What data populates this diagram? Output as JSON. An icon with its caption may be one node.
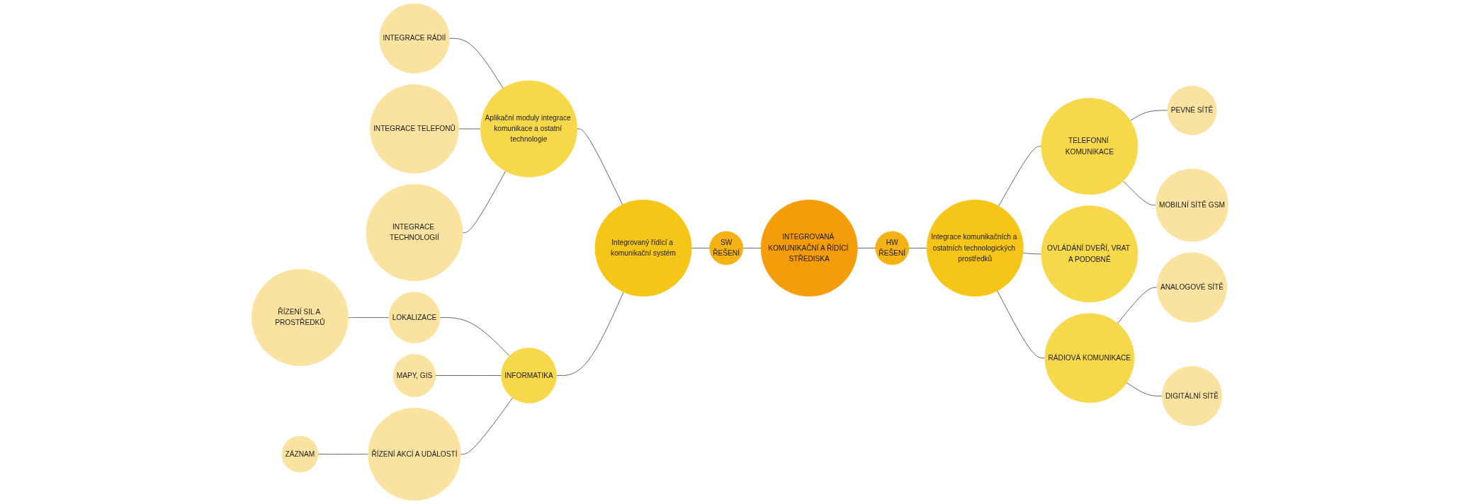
{
  "diagram": {
    "nodes": [
      {
        "text": [
          "INTEGROVANÁ KOMUNIKAČNÍ A ŘÍDÍCÍ STŘEDISKA"
        ]
      },
      {
        "text": [
          "SW",
          "ŘEŠENÍ"
        ]
      },
      {
        "text": [
          "HW",
          "ŘEŠENÍ"
        ]
      },
      {
        "text": [
          "Integrovaný řídící a komunikační systém"
        ]
      },
      {
        "text": [
          "Aplikační moduly integrace komunikace a ostatní technologie"
        ]
      },
      {
        "text": [
          "INTEGRACE RÁDIÍ"
        ]
      },
      {
        "text": [
          "INTEGRACE TELEFONŮ"
        ]
      },
      {
        "text": [
          "INTEGRACE TECHNOLOGIÍ"
        ]
      },
      {
        "text": [
          "INFORMATIKA"
        ]
      },
      {
        "text": [
          "LOKALIZACE"
        ]
      },
      {
        "text": [
          "ŘÍZENÍ SIL A PROSTŘEDKŮ"
        ]
      },
      {
        "text": [
          "MAPY, GIS"
        ]
      },
      {
        "text": [
          "ŘÍZENÍ AKCÍ A UDÁLOSTÍ"
        ]
      },
      {
        "text": [
          "ZÁZNAM"
        ]
      },
      {
        "text": [
          "Integrace komunikačních a ostatních technologických prostředků"
        ]
      },
      {
        "text": [
          "TELEFONNÍ KOMUNIKACE"
        ]
      },
      {
        "text": [
          "PEVNÉ SÍTĚ"
        ]
      },
      {
        "text": [
          "MOBILNÍ SÍTĚ GSM"
        ]
      },
      {
        "text": [
          "OVLÁDÁNÍ DVEŘÍ, VRAT A PODOBNĚ"
        ]
      },
      {
        "text": [
          "RÁDIOVÁ KOMUNIKACE"
        ]
      },
      {
        "text": [
          "ANALOGOVÉ SÍTĚ"
        ]
      },
      {
        "text": [
          "DIGITÁLNÍ SÍTĚ"
        ]
      }
    ],
    "edges": [
      {
        "from": 1,
        "to": 0,
        "arrow": "none"
      },
      {
        "from": 0,
        "to": 2,
        "arrow": "none"
      },
      {
        "from": 3,
        "to": 1,
        "arrow": "none"
      },
      {
        "from": 4,
        "to": 3,
        "arrow": "none"
      },
      {
        "from": 5,
        "to": 4,
        "arrow": "none"
      },
      {
        "from": 6,
        "to": 4,
        "arrow": "none"
      },
      {
        "from": 7,
        "to": 4,
        "arrow": "none"
      },
      {
        "from": 8,
        "to": 3,
        "arrow": "none"
      },
      {
        "from": 9,
        "to": 8,
        "arrow": "none"
      },
      {
        "from": 10,
        "to": 9,
        "arrow": "none"
      },
      {
        "from": 11,
        "to": 8,
        "arrow": "none"
      },
      {
        "from": 12,
        "to": 8,
        "arrow": "none"
      },
      {
        "from": 13,
        "to": 12,
        "arrow": "none"
      },
      {
        "from": 2,
        "to": 14,
        "arrow": "none"
      },
      {
        "from": 14,
        "to": 15,
        "arrow": "none"
      },
      {
        "from": 15,
        "to": 16,
        "arrow": "none"
      },
      {
        "from": 15,
        "to": 17,
        "arrow": "none"
      },
      {
        "from": 14,
        "to": 18,
        "arrow": "none"
      },
      {
        "from": 14,
        "to": 19,
        "arrow": "none"
      },
      {
        "from": 19,
        "to": 20,
        "arrow": "none"
      },
      {
        "from": 19,
        "to": 21,
        "arrow": "none"
      }
    ]
  }
}
